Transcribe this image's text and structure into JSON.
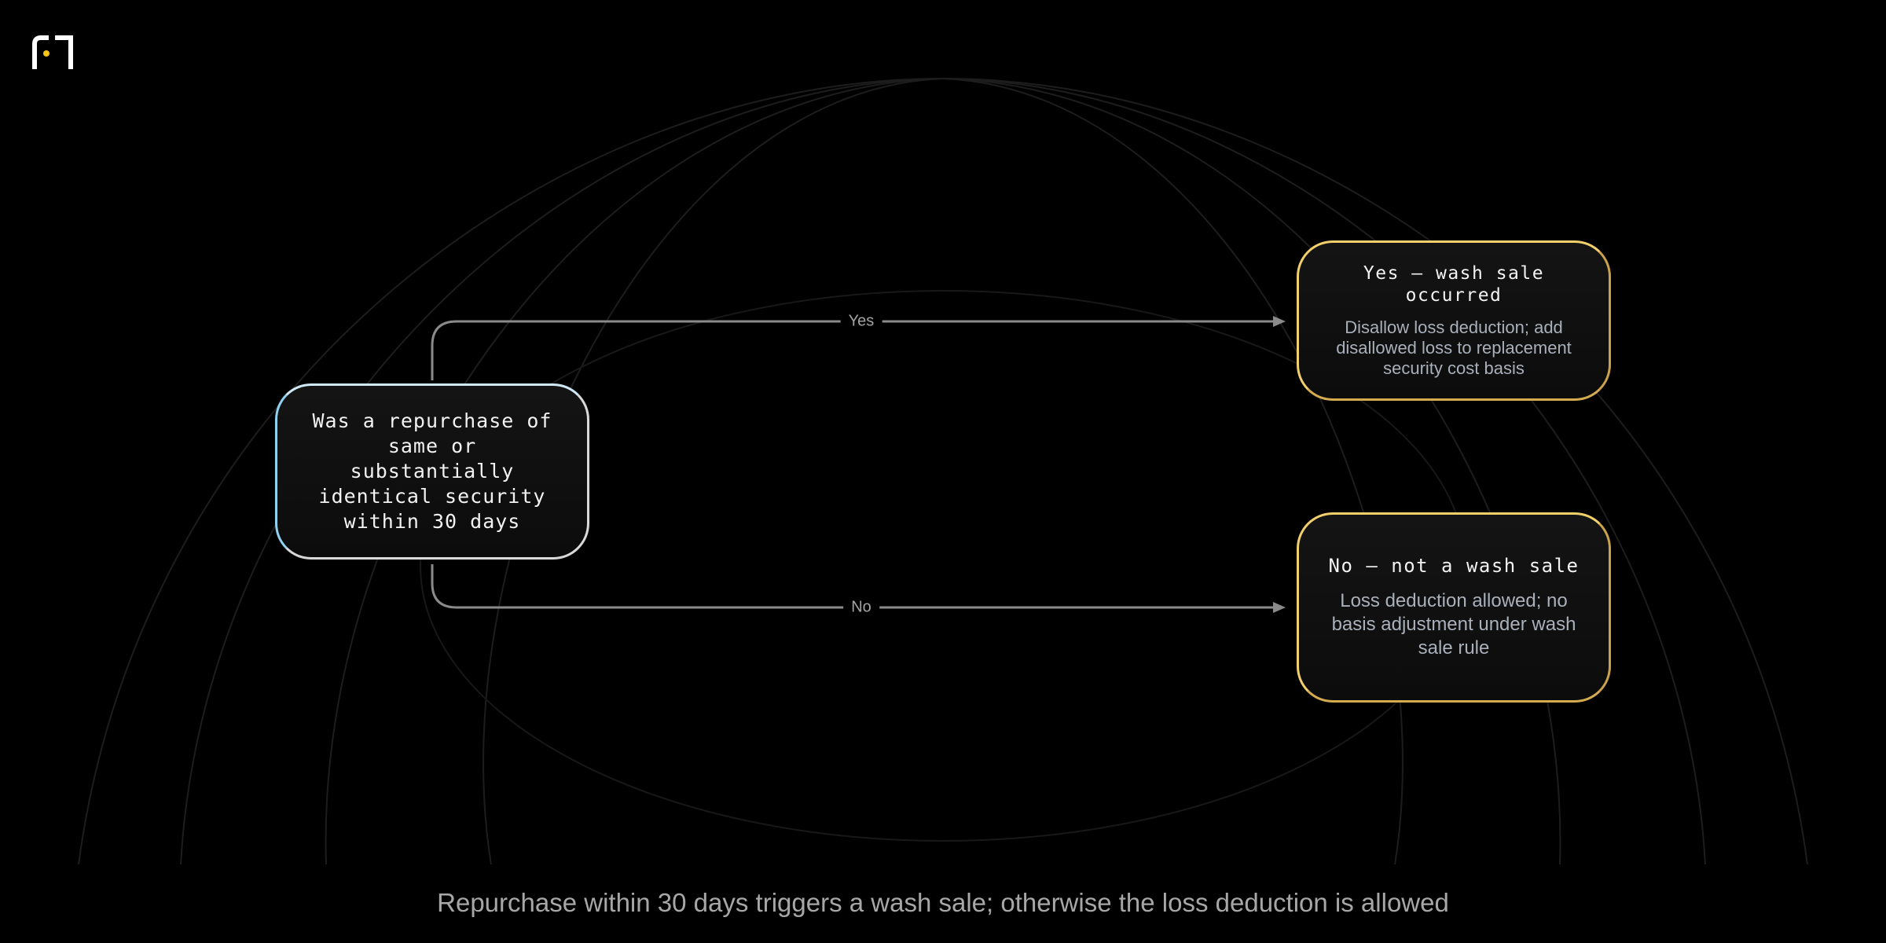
{
  "decision": {
    "text": "Was a repurchase of same or substantially identical security within 30 days"
  },
  "edges": {
    "yes_label": "Yes",
    "no_label": "No"
  },
  "outcome_yes": {
    "title": "Yes — wash sale occurred",
    "description": "Disallow loss deduction; add disallowed loss to replacement security cost basis"
  },
  "outcome_no": {
    "title": "No — not a wash sale",
    "description": "Loss deduction allowed; no basis adjustment under wash sale rule"
  },
  "caption": "Repurchase within 30 days triggers a wash sale; otherwise the loss deduction is allowed",
  "colors": {
    "background": "#000000",
    "decision_border": "#d9d9d9",
    "decision_accent": "#8fd0ef",
    "outcome_border": "#f1cf6b",
    "connector": "#8a8a8a",
    "logo_accent": "#f5c518"
  },
  "icons": {
    "logo": "brand-logo-icon"
  }
}
